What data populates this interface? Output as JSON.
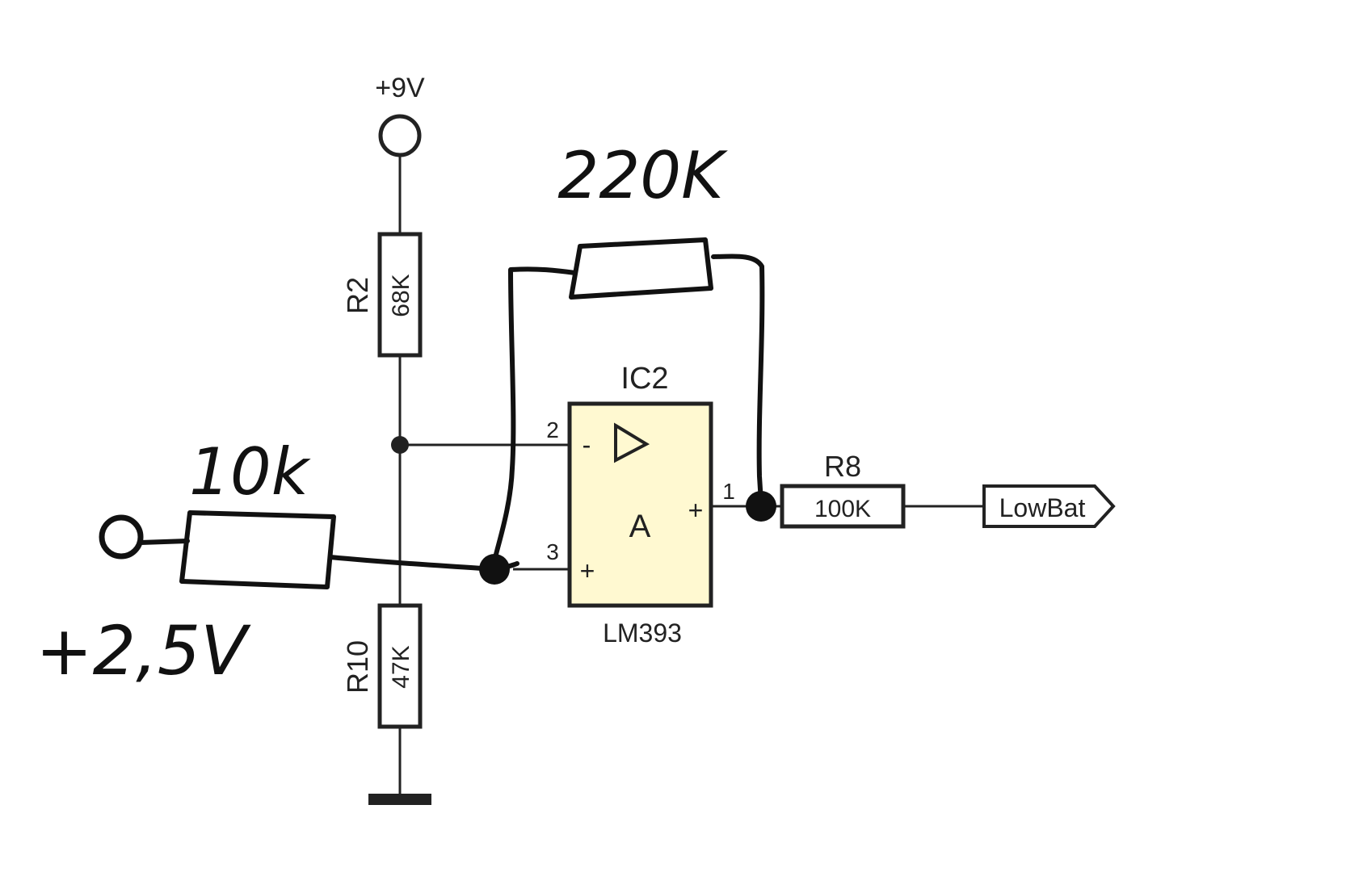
{
  "supply": {
    "label": "+9V"
  },
  "r2": {
    "ref": "R2",
    "value": "68K"
  },
  "r10": {
    "ref": "R10",
    "value": "47K"
  },
  "r8": {
    "ref": "R8",
    "value": "100K"
  },
  "ic": {
    "ref": "IC2",
    "part": "LM393",
    "unit": "A",
    "pin_inv": "2",
    "pin_noninv": "3",
    "pin_out": "1",
    "sign_minus": "-",
    "sign_plus_in": "+",
    "sign_plus_out": "+"
  },
  "output_port": {
    "label": "LowBat"
  },
  "handwritten": {
    "feedback_value": "220K",
    "input_value": "10k",
    "input_voltage": "+2,5V"
  },
  "colors": {
    "ic_fill": "#fff9d1",
    "ink": "#222222"
  }
}
